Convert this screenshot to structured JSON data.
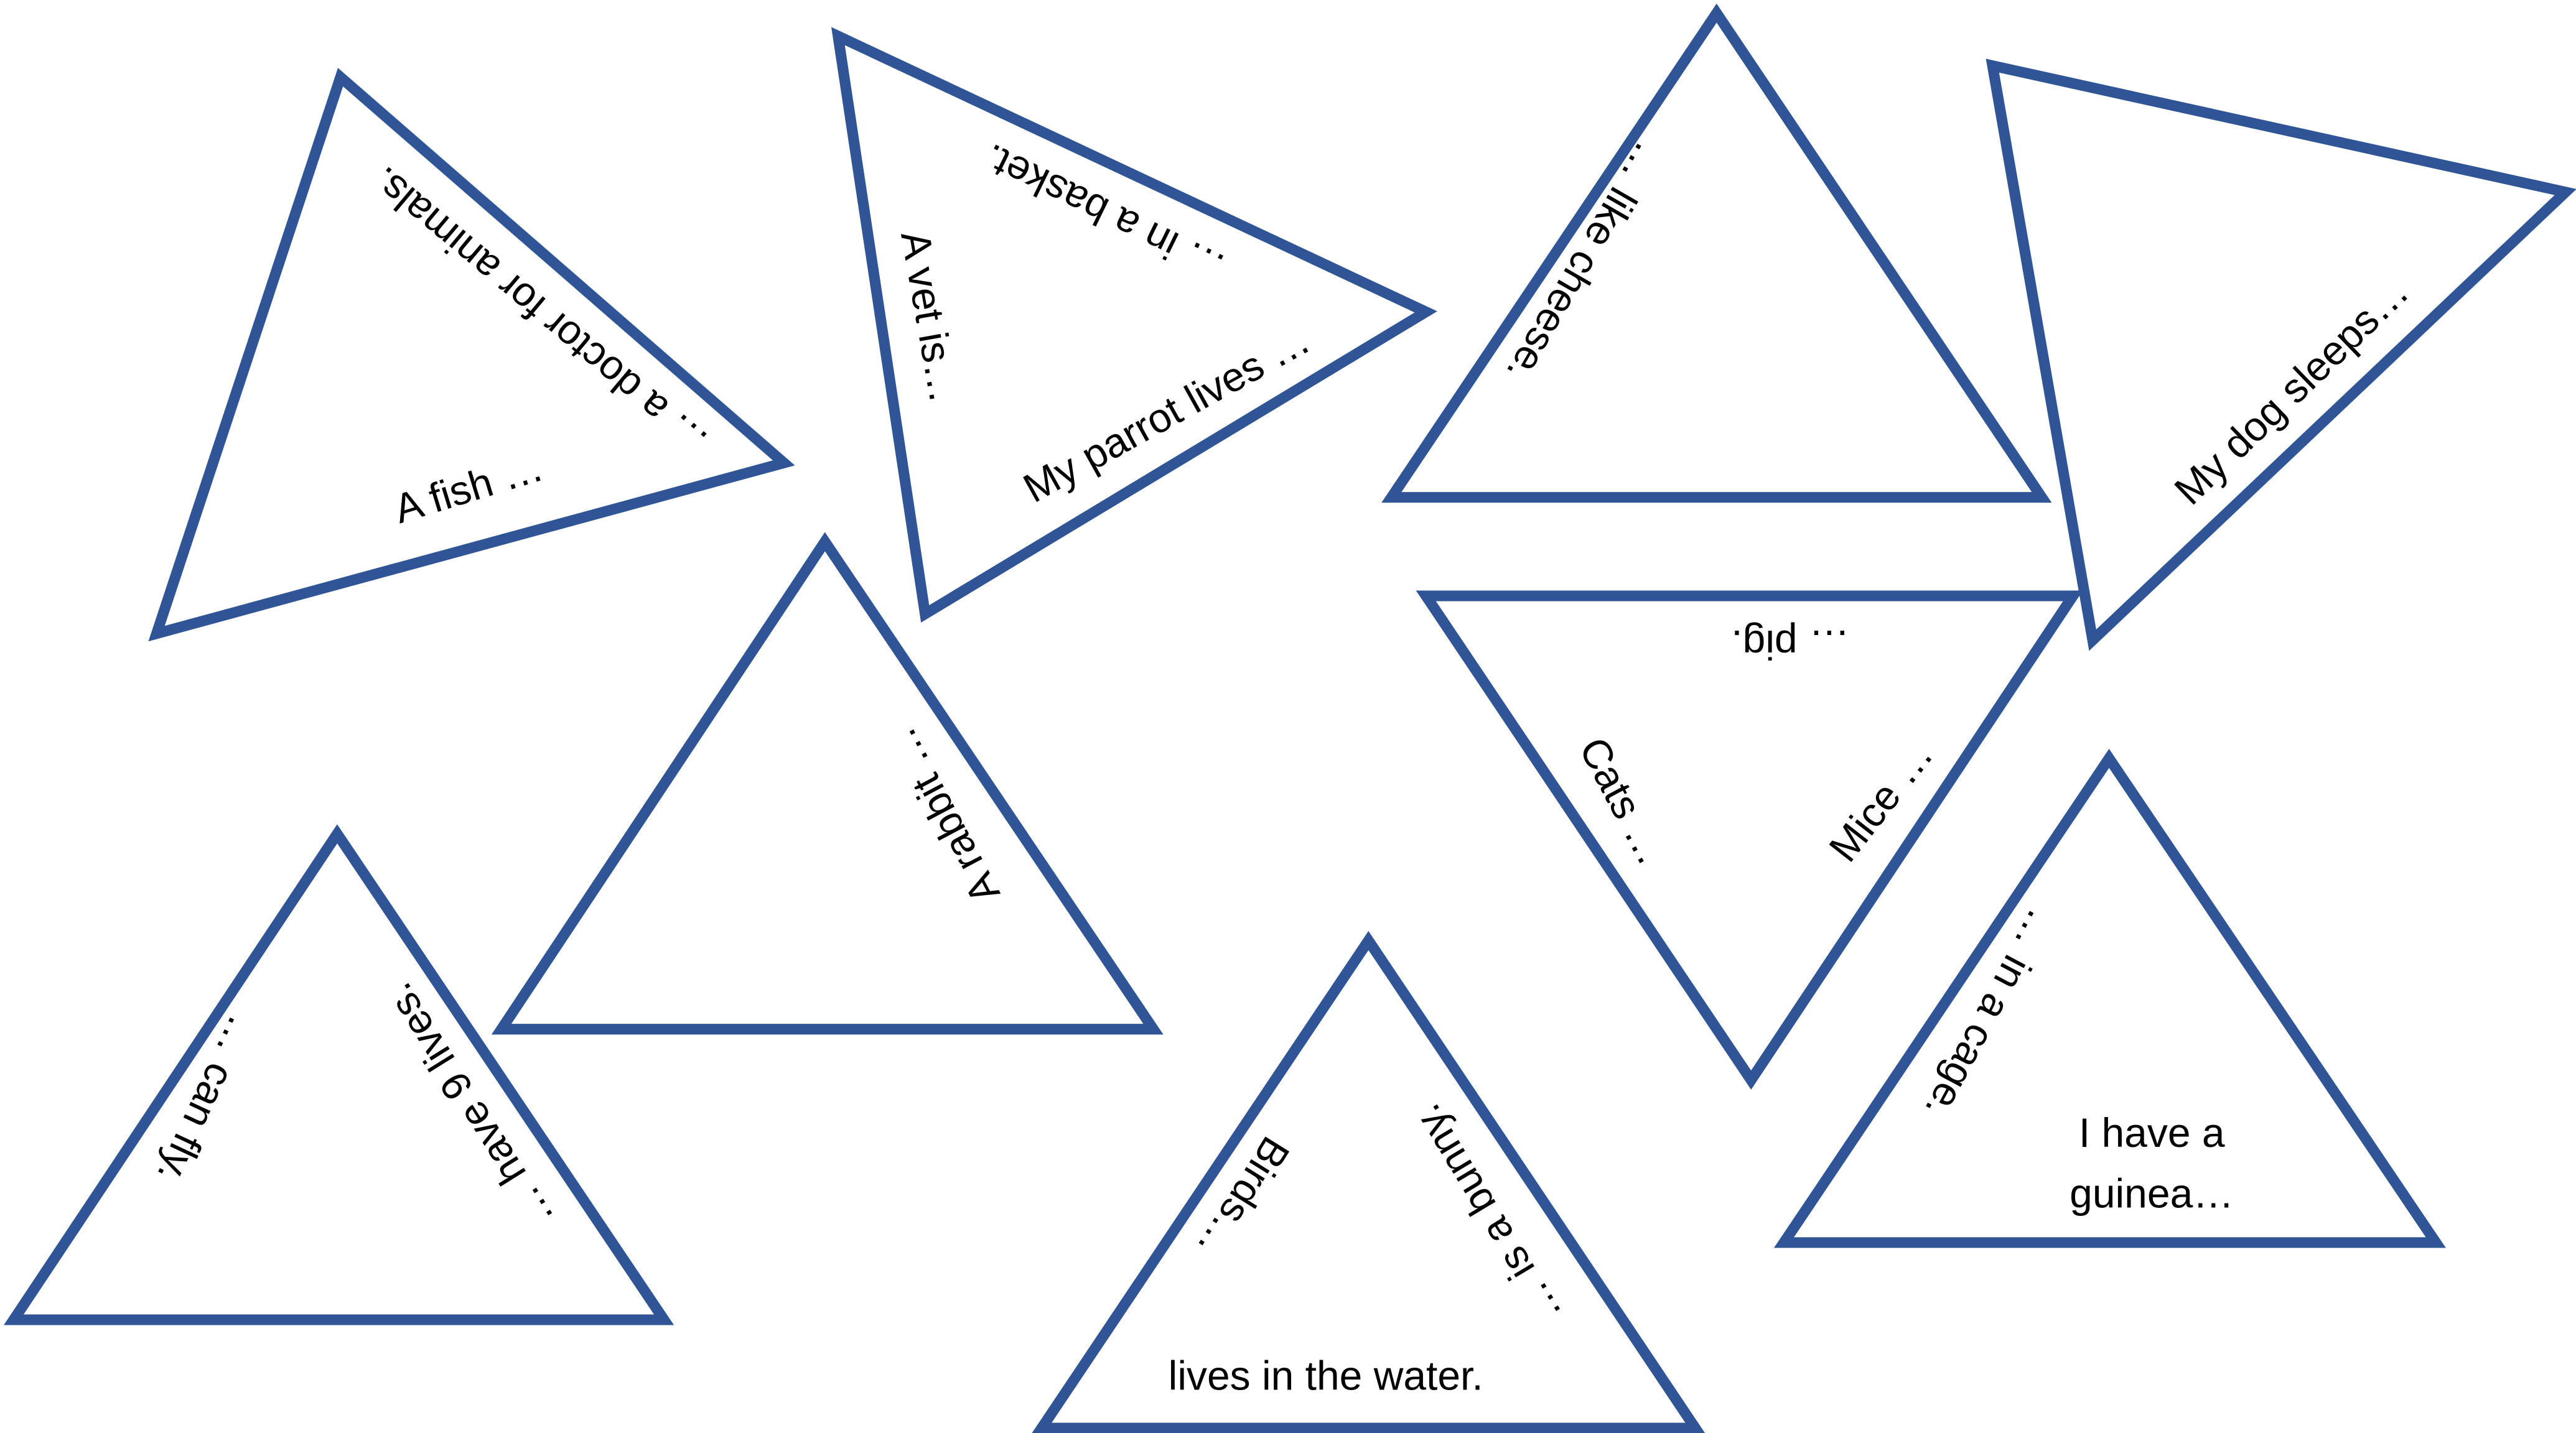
{
  "colors": {
    "triangle_stroke": "#2F5597",
    "text": "#000000",
    "background": "#ffffff"
  },
  "cards": [
    {
      "texts": [
        "… a doctor for animals.",
        "A fish …"
      ]
    },
    {
      "texts": [
        "… in a basket.",
        "A vet is…",
        "My parrot lives …"
      ]
    },
    {
      "texts": [
        "… like cheese."
      ]
    },
    {
      "texts": [
        "My dog sleeps…"
      ]
    },
    {
      "texts": [
        "A rabbit …"
      ]
    },
    {
      "texts": [
        "… pig.",
        "Cats …",
        "Mice …"
      ]
    },
    {
      "texts": [
        "… can fly.",
        "… have 9 lives."
      ]
    },
    {
      "texts": [
        "Birds…",
        "… is a bunny.",
        "lives in the water."
      ]
    },
    {
      "texts": [
        "… in a cage.",
        "I have a",
        "guinea…"
      ]
    }
  ]
}
